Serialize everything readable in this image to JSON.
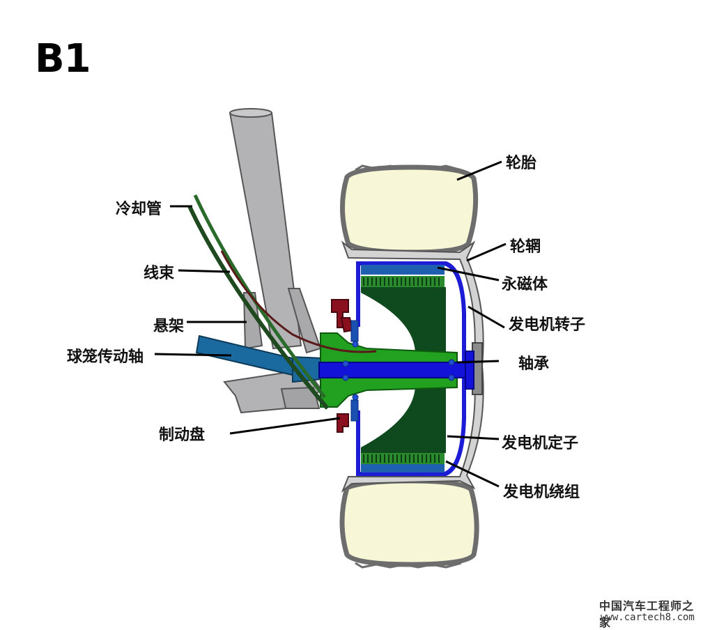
{
  "title": "B1",
  "labels": {
    "tire": "轮胎",
    "cooling_pipe": "冷却管",
    "rim": "轮辋",
    "permanent_magnet": "永磁体",
    "wire_harness": "线束",
    "suspension": "悬架",
    "generator_rotor": "发电机转子",
    "cv_drive_shaft": "球笼传动轴",
    "bearing": "轴承",
    "brake_disc": "制动盘",
    "generator_stator": "发电机定子",
    "generator_winding": "发电机绕组"
  },
  "watermark": {
    "line1": "中国汽车工程师之家",
    "line2": "www.cartech8.com"
  },
  "colors": {
    "tire_fill": "#f7f6d6",
    "tire_outline": "#7d7d7d",
    "rim": "#d3d3d3",
    "suspension": "#b3b3b5",
    "rotor_outline": "#1c1cd6",
    "magnet": "#1f5fb0",
    "stator": "#0e4a1e",
    "winding": "#2a8a2e",
    "hub_green": "#22a020",
    "shaft_blue": "#1212d8",
    "cv_shaft": "#1a6aa0",
    "brake": "#8a1020",
    "harness": "#5a1a1a",
    "cooling": "#1f4a1f"
  }
}
